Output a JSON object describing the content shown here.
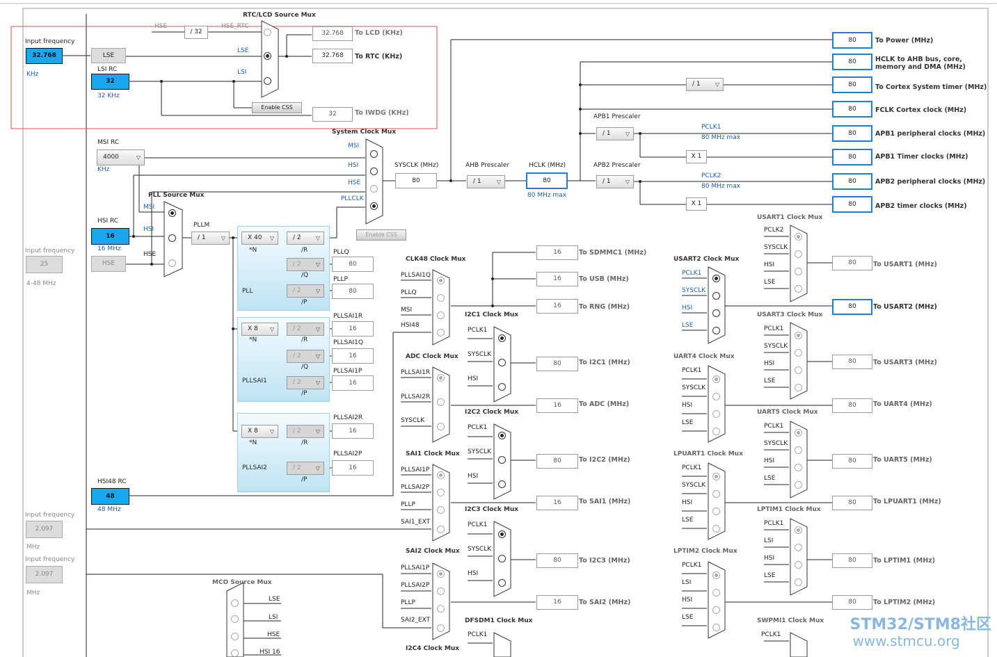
{
  "rtc_lcd": {
    "title": "RTC/LCD Source Mux",
    "input_frequency_label": "Input frequency",
    "lse_input_value": "32.768",
    "khz": "KHz",
    "lse": "LSE",
    "lsi_rc": "LSI RC",
    "lsi_value": "32",
    "lsi_khz": "32 KHz",
    "hse": "HSE",
    "div32": "/ 32",
    "hse_rtc": "HSE_RTC",
    "mux_lse": "LSE",
    "mux_lsi": "LSI",
    "enable_css": "Enable CSS",
    "lcd_value": "32.768",
    "lcd_label": "To LCD (KHz)",
    "rtc_value": "32.768",
    "rtc_label": "To RTC (KHz)",
    "iwdg_value": "32",
    "iwdg_label": "To IWDG (KHz)"
  },
  "msi": {
    "label": "MSI RC",
    "value": "4000",
    "unit": "KHz"
  },
  "hsi": {
    "label": "HSI RC",
    "value": "16",
    "unit": "16 MHz"
  },
  "hse_in": {
    "label": "Input frequency",
    "value": "25",
    "hse": "HSE",
    "range": "4-48 MHz"
  },
  "hsi48": {
    "label": "HSI48 RC",
    "value": "48",
    "unit": "48 MHz"
  },
  "ext1": {
    "label": "Input frequency",
    "value": "2.097",
    "unit": "MHz"
  },
  "ext2": {
    "label": "Input frequency",
    "value": "2.097",
    "unit": "MHz"
  },
  "sysmux": {
    "title": "System Clock Mux",
    "msi": "MSI",
    "hsi": "HSI",
    "hse": "HSE",
    "pllclk": "PLLCLK",
    "enable_css": "Enable CSS"
  },
  "sysclk": {
    "label": "SYSCLK (MHz)",
    "value": "80"
  },
  "ahb": {
    "label": "AHB Prescaler",
    "value": "/ 1"
  },
  "hclk": {
    "label": "HCLK (MHz)",
    "value": "80",
    "max": "80 MHz max"
  },
  "apb1": {
    "label": "APB1 Prescaler",
    "value": "/ 1",
    "pclk": "PCLK1",
    "max": "80 MHz max",
    "x1": "X 1"
  },
  "apb2": {
    "label": "APB2 Prescaler",
    "value": "/ 1",
    "pclk": "PCLK2",
    "max": "80 MHz max",
    "x1": "X 1"
  },
  "cortex_div": "/ 1",
  "pllmux": {
    "title": "PLL Source Mux",
    "msi": "MSI",
    "hsi": "HSI",
    "hse": "HSE",
    "pllm": "PLLM",
    "pllm_value": "/ 1"
  },
  "pll": {
    "n": "X 40",
    "n_lbl": "*N",
    "r": "/ 2",
    "r_lbl": "/R",
    "q": "/ 2",
    "q_lbl": "/Q",
    "p": "/ 2",
    "p_lbl": "/P",
    "name": "PLL",
    "pllq": "PLLQ",
    "pllq_v": "80",
    "pllp": "PLLP",
    "pllp_v": "80"
  },
  "pllsai1": {
    "n": "X 8",
    "n_lbl": "*N",
    "r": "/ 2",
    "r_lbl": "/R",
    "q": "/ 2",
    "q_lbl": "/Q",
    "p": "/ 2",
    "p_lbl": "/P",
    "name": "PLLSAI1",
    "r_out": "PLLSAI1R",
    "r_v": "16",
    "q_out": "PLLSAI1Q",
    "q_v": "16",
    "p_out": "PLLSAI1P",
    "p_v": "16"
  },
  "pllsai2": {
    "n": "X 8",
    "n_lbl": "*N",
    "r": "/ 2",
    "r_lbl": "/R",
    "p": "/ 2",
    "p_lbl": "/P",
    "name": "PLLSAI2",
    "r_out": "PLLSAI2R",
    "r_v": "16",
    "p_out": "PLLSAI2P",
    "p_v": "16"
  },
  "outputs": [
    {
      "value": "80",
      "label": "To Power (MHz)"
    },
    {
      "value": "80",
      "label": "HCLK to AHB bus, core,",
      "label2": "memory and DMA (MHz)"
    },
    {
      "value": "80",
      "label": "To Cortex System timer (MHz)"
    },
    {
      "value": "80",
      "label": "FCLK Cortex clock (MHz)"
    },
    {
      "value": "80",
      "label": "APB1 peripheral clocks (MHz)"
    },
    {
      "value": "80",
      "label": "APB1 Timer clocks (MHz)"
    },
    {
      "value": "80",
      "label": "APB2 peripheral clocks (MHz)"
    },
    {
      "value": "80",
      "label": "APB2 timer clocks (MHz)"
    }
  ],
  "clk48": {
    "title": "CLK48 Clock Mux",
    "in": [
      "PLLSAI1Q",
      "PLLQ",
      "MSI",
      "HSI48"
    ],
    "sdmmc_v": "16",
    "sdmmc": "To SDMMC1 (MHz)",
    "usb_v": "16",
    "usb": "To USB (MHz)",
    "rng_v": "16",
    "rng": "To RNG (MHz)"
  },
  "adc": {
    "title": "ADC Clock Mux",
    "in": [
      "PLLSAI1R",
      "PLLSAI2R",
      "SYSCLK"
    ],
    "v": "16",
    "out": "To ADC (MHz)"
  },
  "sai1": {
    "title": "SAI1 Clock Mux",
    "in": [
      "PLLSAI1P",
      "PLLSAI2P",
      "PLLP",
      "SAI1_EXT"
    ],
    "v": "16",
    "out": "To SAI1 (MHz)"
  },
  "sai2": {
    "title": "SAI2 Clock Mux",
    "in": [
      "PLLSAI1P",
      "PLLSAI2P",
      "PLLP",
      "SAI2_EXT"
    ],
    "v": "16",
    "out": "To SAI2 (MHz)"
  },
  "i2c1": {
    "title": "I2C1 Clock Mux",
    "in": [
      "PCLK1",
      "SYSCLK",
      "HSI"
    ],
    "v": "80",
    "out": "To I2C1 (MHz)"
  },
  "i2c2": {
    "title": "I2C2 Clock Mux",
    "in": [
      "PCLK1",
      "SYSCLK",
      "HSI"
    ],
    "v": "80",
    "out": "To I2C2 (MHz)"
  },
  "i2c3": {
    "title": "I2C3 Clock Mux",
    "in": [
      "PCLK1",
      "SYSCLK",
      "HSI"
    ],
    "v": "80",
    "out": "To I2C3 (MHz)"
  },
  "dfsdm1": {
    "title": "DFSDM1 Clock Mux",
    "in": [
      "PCLK1"
    ]
  },
  "i2c4": {
    "title": "I2C4 Clock Mux"
  },
  "usart2": {
    "title": "USART2 Clock Mux",
    "in": [
      "PCLK1",
      "SYSCLK",
      "HSI",
      "LSE"
    ],
    "v": "80",
    "out": "To USART2 (MHz)"
  },
  "uart4": {
    "title": "UART4 Clock Mux",
    "in": [
      "PCLK1",
      "SYSCLK",
      "HSI",
      "LSE"
    ],
    "v": "80",
    "out": "To UART4 (MHz)"
  },
  "lpuart1": {
    "title": "LPUART1 Clock Mux",
    "in": [
      "PCLK1",
      "SYSCLK",
      "HSI",
      "LSE"
    ],
    "v": "80",
    "out": "To LPUART1 (MHz)"
  },
  "lptim2": {
    "title": "LPTIM2 Clock Mux",
    "in": [
      "PCLK1",
      "LSI",
      "HSI",
      "LSE"
    ],
    "v": "80",
    "out": "To LPTIM2 (MHz)"
  },
  "usart1": {
    "title": "USART1 Clock Mux",
    "in": [
      "PCLK2",
      "SYSCLK",
      "HSI",
      "LSE"
    ],
    "v": "80",
    "out": "To USART1 (MHz)"
  },
  "usart3": {
    "title": "USART3 Clock Mux",
    "in": [
      "PCLK1",
      "SYSCLK",
      "HSI",
      "LSE"
    ],
    "v": "80",
    "out": "To USART3 (MHz)"
  },
  "uart5": {
    "title": "UART5 Clock Mux",
    "in": [
      "PCLK1",
      "SYSCLK",
      "HSI",
      "LSE"
    ],
    "v": "80",
    "out": "To UART5 (MHz)"
  },
  "lptim1": {
    "title": "LPTIM1 Clock Mux",
    "in": [
      "PCLK1",
      "LSI",
      "HSI",
      "LSE"
    ],
    "v": "80",
    "out": "To LPTIM1 (MHz)"
  },
  "swpmi1": {
    "title": "SWPMI1 Clock Mux",
    "in": [
      "PCLK1"
    ]
  },
  "mco": {
    "title": "MCO Source Mux",
    "in": [
      "LSE",
      "LSI",
      "HSE",
      "HSI 16"
    ]
  },
  "watermark": {
    "line1": "STM32/STM8社区",
    "line2": "www.stmcu.org"
  }
}
